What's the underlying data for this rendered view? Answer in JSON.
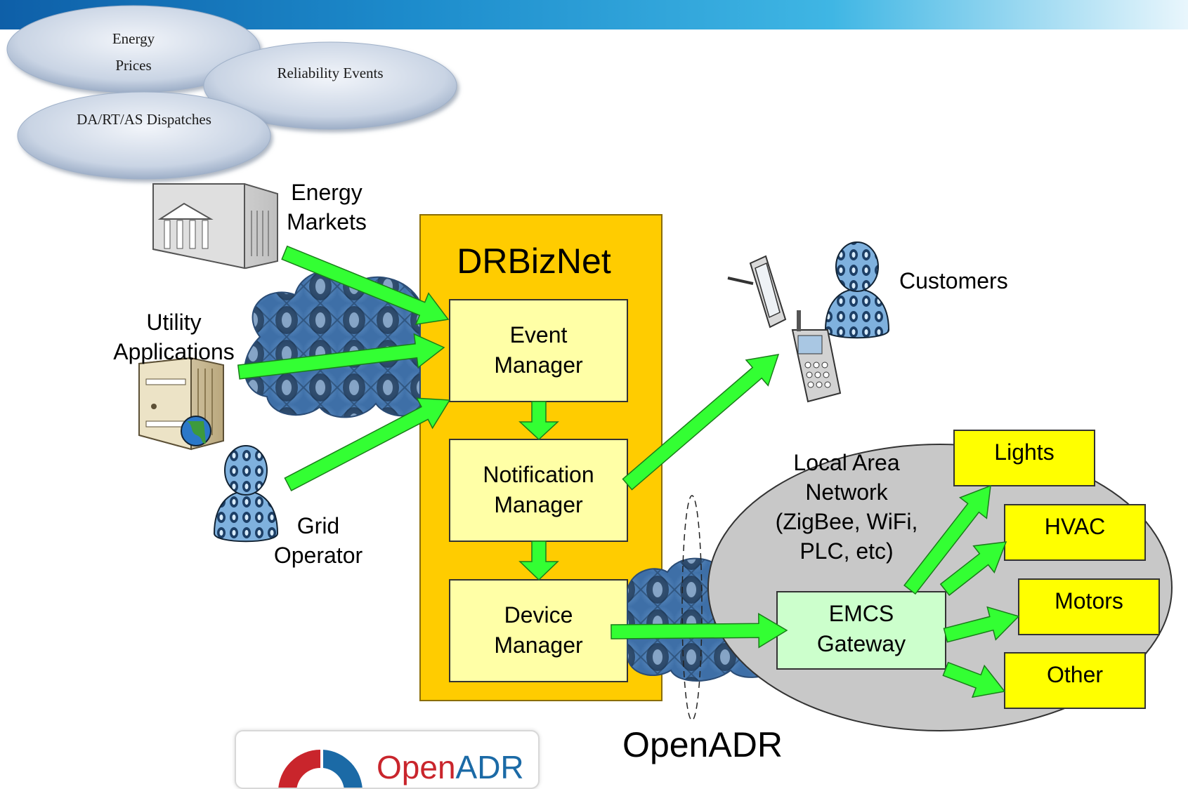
{
  "clouds": {
    "energy_prices": [
      "Energy",
      "Prices"
    ],
    "reliability_events": "Reliability Events",
    "dispatches": "DA/RT/AS Dispatches"
  },
  "actors": {
    "energy_markets": [
      "Energy",
      "Markets"
    ],
    "utility_applications": [
      "Utility",
      "Applications"
    ],
    "grid_operator": [
      "Grid",
      "Operator"
    ],
    "customers": "Customers"
  },
  "drbiznet": {
    "title": "DRBizNet",
    "event_manager": [
      "Event",
      "Manager"
    ],
    "notification_manager": [
      "Notification",
      "Manager"
    ],
    "device_manager": [
      "Device",
      "Manager"
    ]
  },
  "lan": {
    "label": [
      "Local Area",
      "Network",
      "(ZigBee, WiFi,",
      "PLC, etc)"
    ],
    "gateway": [
      "EMCS",
      "Gateway"
    ]
  },
  "devices": [
    "Lights",
    "HVAC",
    "Motors",
    "Other"
  ],
  "openadr_label": "OpenADR",
  "logo": {
    "part1": "Open",
    "part2": "ADR"
  },
  "colors": {
    "drbiznet_fill": "#ffcc00",
    "manager_fill": "#ffffa6",
    "gateway_fill": "#ccffcc",
    "device_fill": "#ffff00",
    "lan_fill": "#c8c8c8",
    "arrow": "#33ff33",
    "cloud": "#4a7fb8"
  }
}
